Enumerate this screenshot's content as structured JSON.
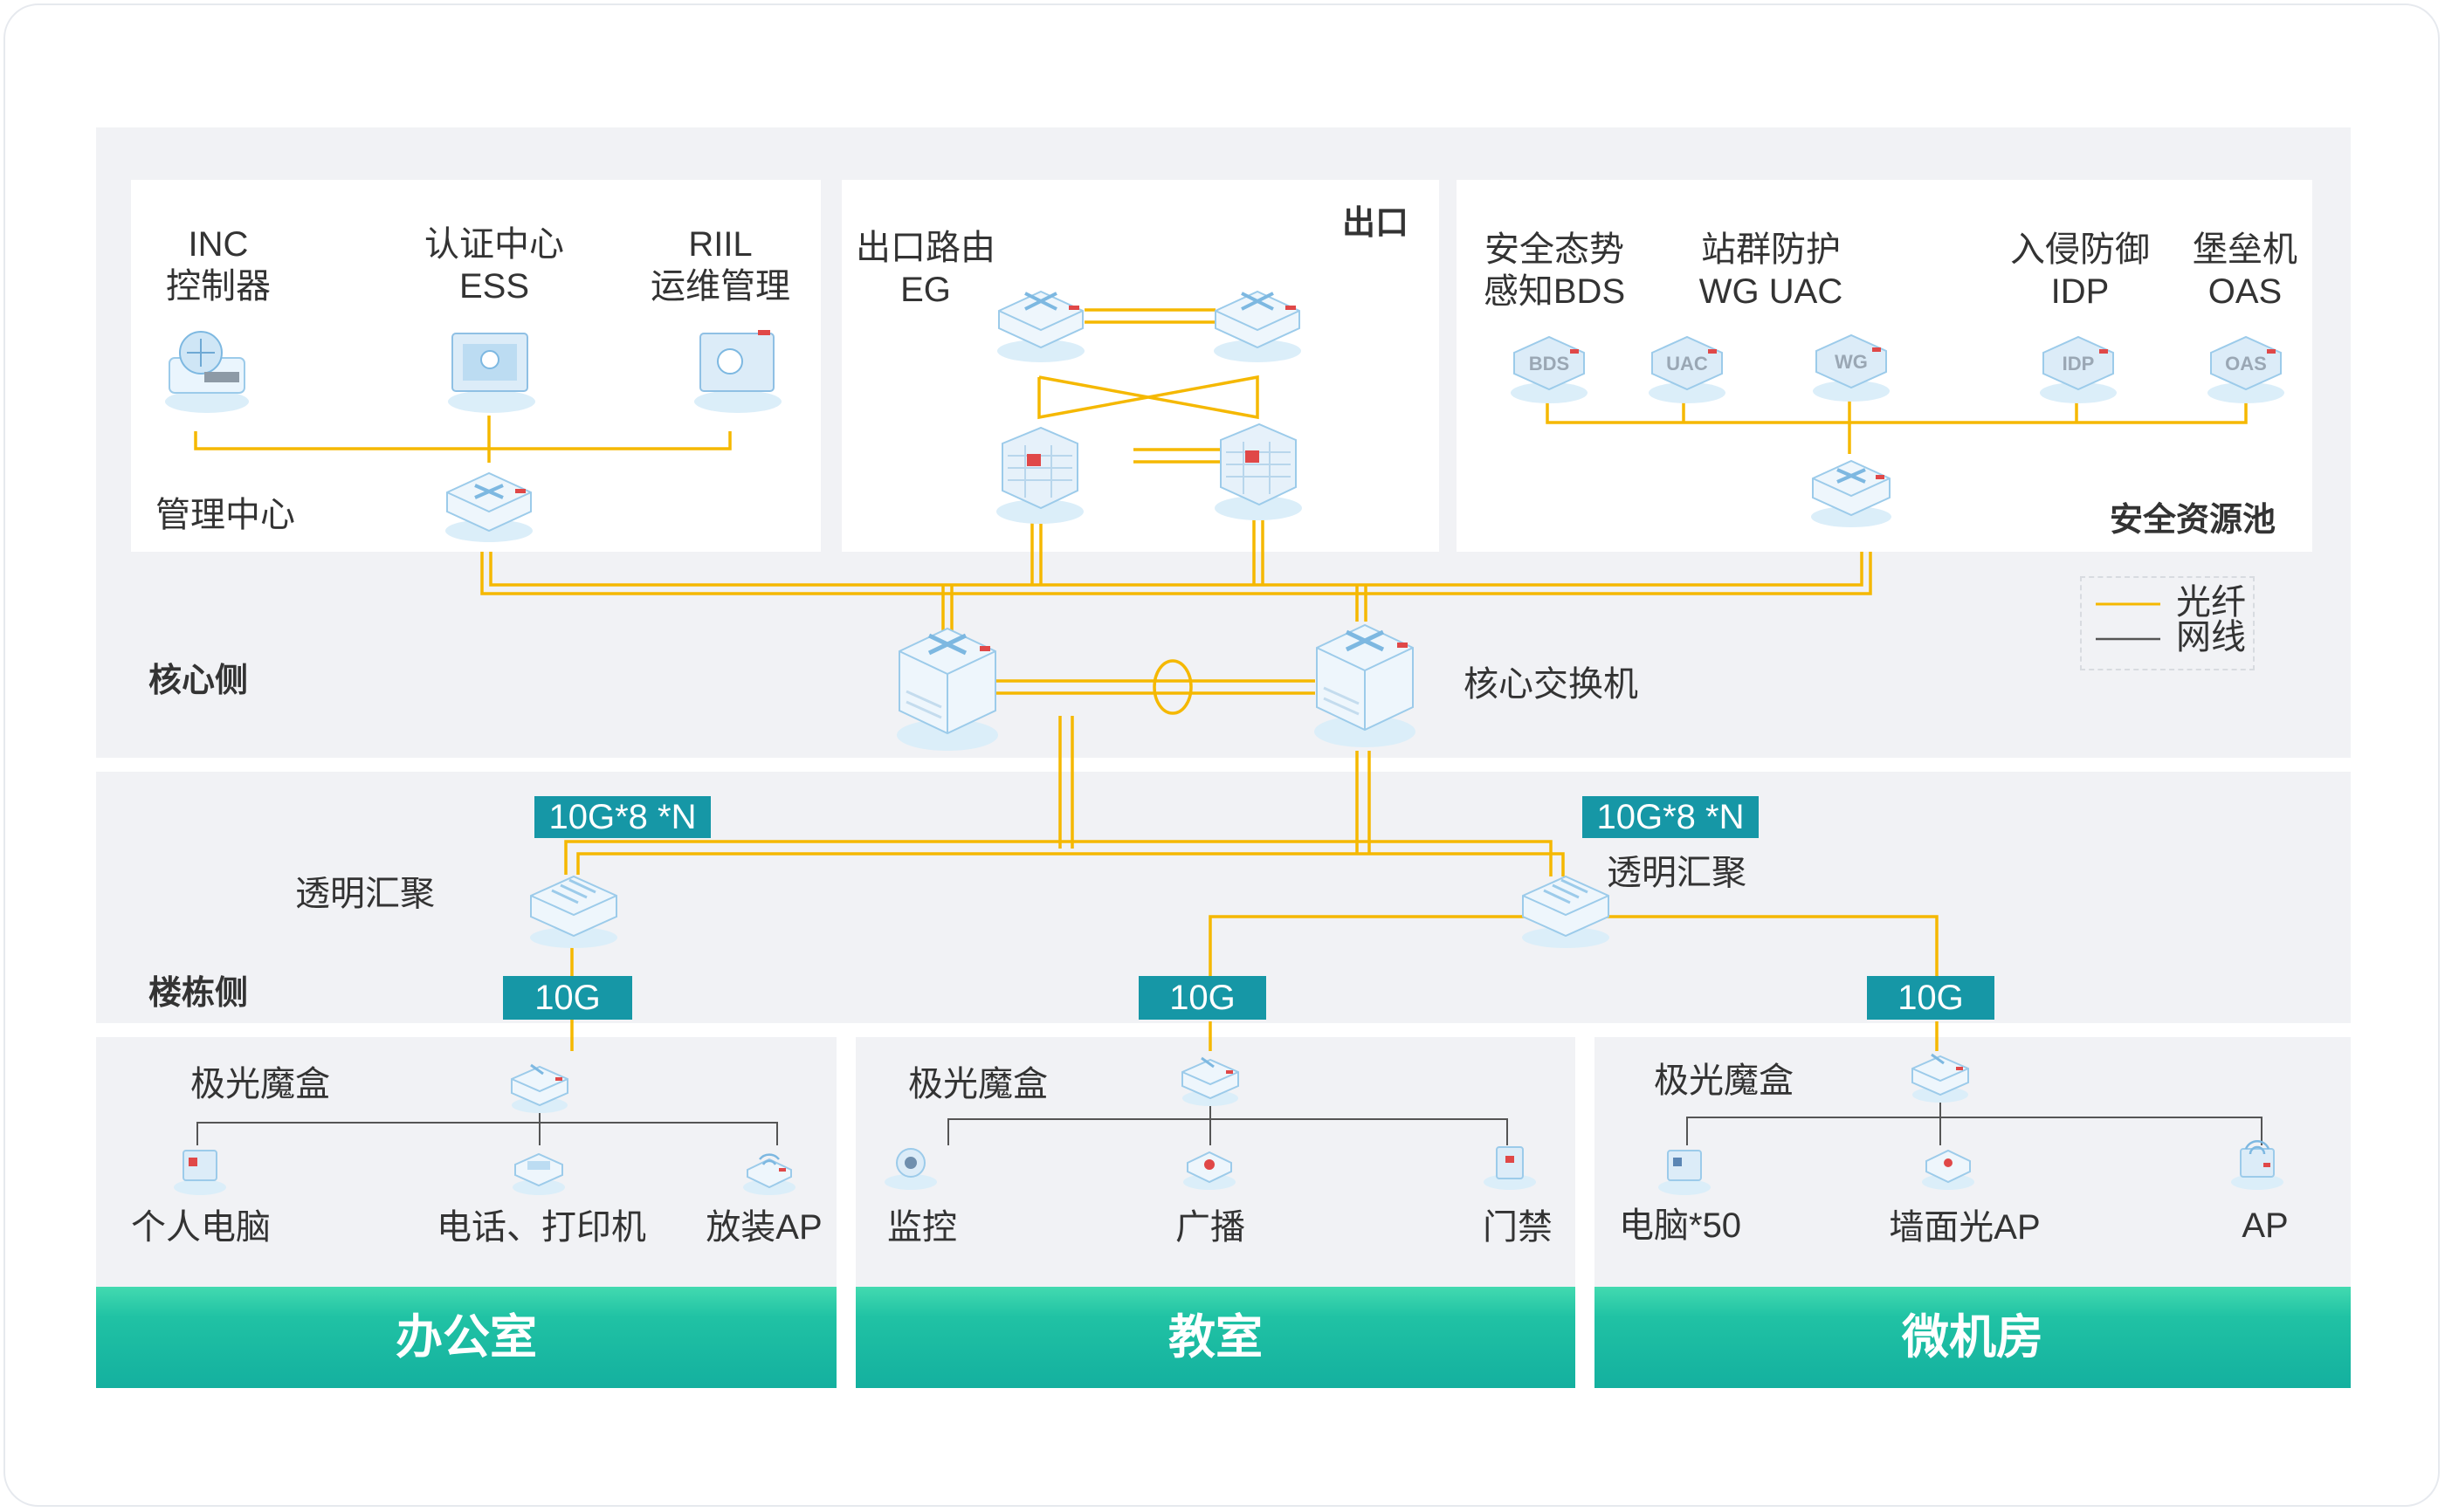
{
  "sections": {
    "core_side": "核心侧",
    "building_side": "楼栋侧"
  },
  "management": {
    "inc": {
      "line1": "INC",
      "line2": "控制器"
    },
    "ess": {
      "line1": "认证中心",
      "line2": "ESS"
    },
    "riil": {
      "line1": "RIIL",
      "line2": "运维管理"
    },
    "label": "管理中心"
  },
  "egress": {
    "title": "出口",
    "router": {
      "line1": "出口路由",
      "line2": "EG"
    }
  },
  "security": {
    "bds": {
      "line1": "安全态势",
      "line2": "感知BDS"
    },
    "wg_uac": {
      "line1": "站群防护",
      "line2": "WG UAC"
    },
    "idp": {
      "line1": "入侵防御",
      "line2": "IDP"
    },
    "oas": {
      "line1": "堡垒机",
      "line2": "OAS"
    },
    "label": "安全资源池"
  },
  "legend": {
    "fiber": "光纤",
    "cable": "网线"
  },
  "core_switch_label": "核心交换机",
  "aggregation": {
    "label": "透明汇聚",
    "uplink_tag": "10G*8 *N",
    "downlink_tag": "10G"
  },
  "access_box_label": "极光魔盒",
  "icon_labels": {
    "bds": "BDS",
    "uac": "UAC",
    "wg": "WG",
    "idp": "IDP",
    "oas": "OAS"
  },
  "zones": [
    {
      "name": "办公室",
      "devices": [
        "个人电脑",
        "电话、打印机",
        "放装AP"
      ]
    },
    {
      "name": "教室",
      "devices": [
        "监控",
        "广播",
        "门禁"
      ]
    },
    {
      "name": "微机房",
      "devices": [
        "电脑*50",
        "墙面光AP",
        "AP"
      ]
    }
  ],
  "colors": {
    "fiber": "#f5b800",
    "cable": "#555555",
    "tag": "#1697a6",
    "zone": "#1eb9a2"
  }
}
